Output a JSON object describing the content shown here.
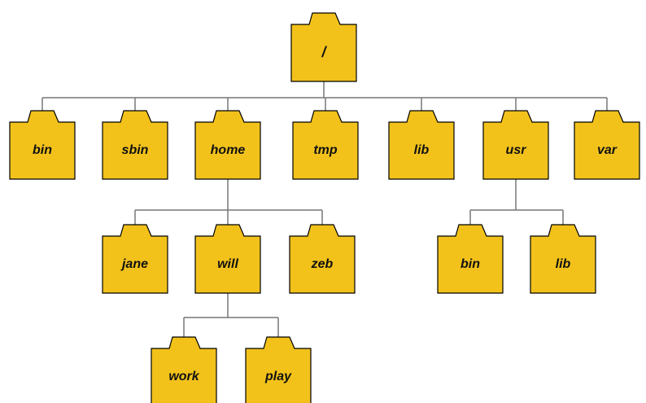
{
  "diagram": {
    "type": "directory-tree",
    "colors": {
      "folder_fill": "#f2c21b",
      "folder_stroke": "#000000",
      "connector": "#777777",
      "background": "#ffffff"
    },
    "nodes": [
      {
        "id": "root",
        "label": "/"
      },
      {
        "id": "bin",
        "label": "bin",
        "parent": "root"
      },
      {
        "id": "sbin",
        "label": "sbin",
        "parent": "root"
      },
      {
        "id": "home",
        "label": "home",
        "parent": "root"
      },
      {
        "id": "tmp",
        "label": "tmp",
        "parent": "root"
      },
      {
        "id": "lib",
        "label": "lib",
        "parent": "root"
      },
      {
        "id": "usr",
        "label": "usr",
        "parent": "root"
      },
      {
        "id": "var",
        "label": "var",
        "parent": "root"
      },
      {
        "id": "jane",
        "label": "jane",
        "parent": "home"
      },
      {
        "id": "will",
        "label": "will",
        "parent": "home"
      },
      {
        "id": "zeb",
        "label": "zeb",
        "parent": "home"
      },
      {
        "id": "usr-bin",
        "label": "bin",
        "parent": "usr"
      },
      {
        "id": "usr-lib",
        "label": "lib",
        "parent": "usr"
      },
      {
        "id": "work",
        "label": "work",
        "parent": "will"
      },
      {
        "id": "play",
        "label": "play",
        "parent": "will"
      }
    ]
  }
}
